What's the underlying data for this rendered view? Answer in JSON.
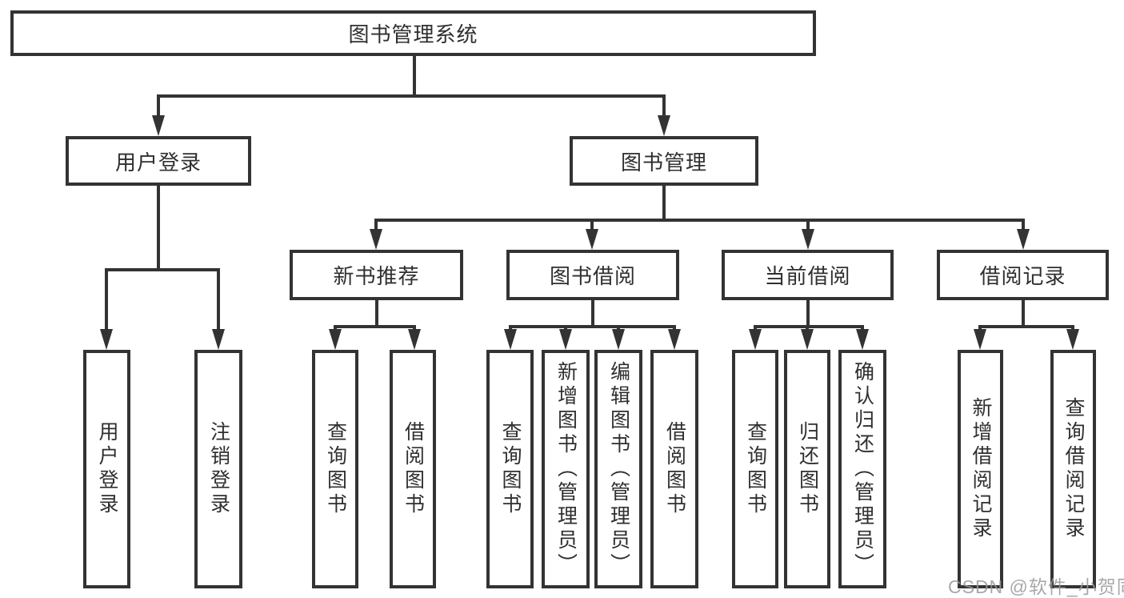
{
  "tree": {
    "label": "图书管理系统",
    "children": [
      {
        "label": "用户登录",
        "children": [
          {
            "label": "用户登录"
          },
          {
            "label": "注销登录"
          }
        ]
      },
      {
        "label": "图书管理",
        "children": [
          {
            "label": "新书推荐",
            "children": [
              {
                "label": "查询图书"
              },
              {
                "label": "借阅图书"
              }
            ]
          },
          {
            "label": "图书借阅",
            "children": [
              {
                "label": "查询图书"
              },
              {
                "label": "新增图书（管理员）"
              },
              {
                "label": "编辑图书（管理员）"
              },
              {
                "label": "借阅图书"
              }
            ]
          },
          {
            "label": "当前借阅",
            "children": [
              {
                "label": "查询图书"
              },
              {
                "label": "归还图书"
              },
              {
                "label": "确认归还（管理员）"
              }
            ]
          },
          {
            "label": "借阅记录",
            "children": [
              {
                "label": "新增借阅记录"
              },
              {
                "label": "查询借阅记录"
              }
            ]
          }
        ]
      }
    ]
  },
  "watermark": {
    "text": "CSDN @软件_小贺同学"
  },
  "colors": {
    "line": "#333333",
    "text": "#2f2f2f",
    "watermark": "#999999",
    "background": "#ffffff"
  }
}
